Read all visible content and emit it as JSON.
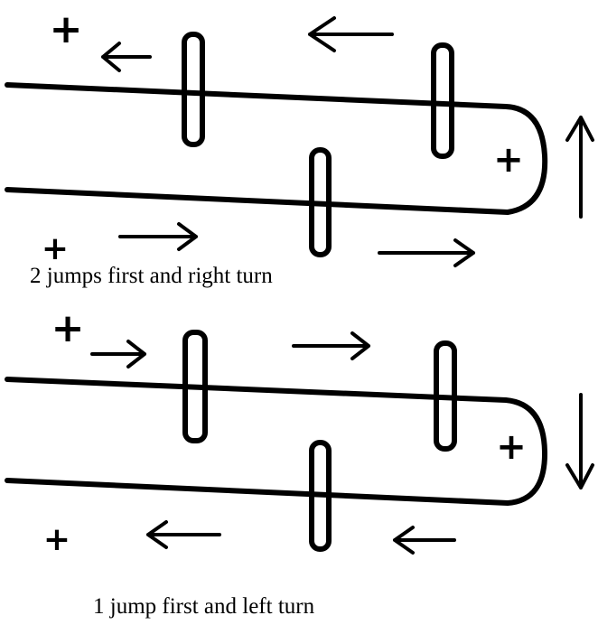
{
  "diagrams": [
    {
      "id": "top",
      "caption": "2 jumps first and right turn",
      "plus_label": "+",
      "direction": "right-turn"
    },
    {
      "id": "bottom",
      "caption": "1 jump first and left turn",
      "plus_label": "+",
      "direction": "left-turn"
    }
  ],
  "colors": {
    "ink": "#000000",
    "background": "#ffffff"
  }
}
